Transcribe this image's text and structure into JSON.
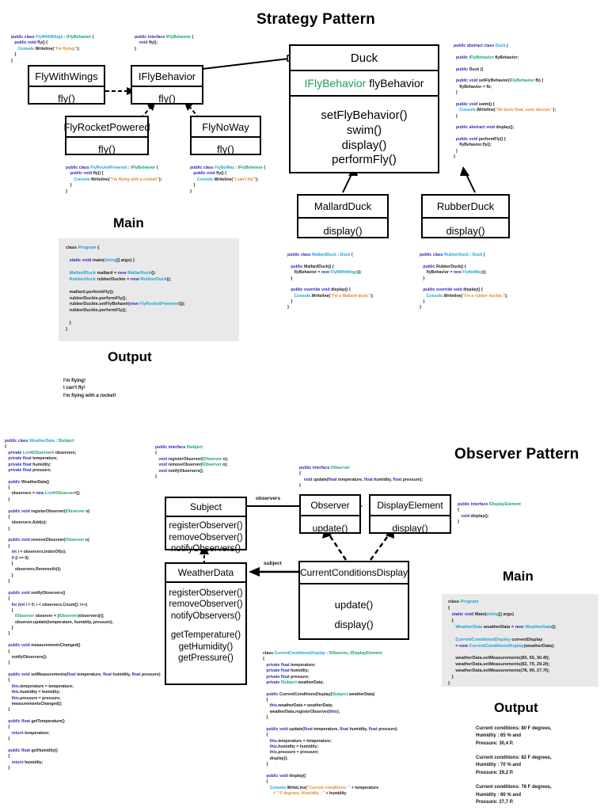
{
  "strategy": {
    "title": "Strategy Pattern",
    "main_heading": "Main",
    "output_heading": "Output",
    "boxes": {
      "fly_with_wings": {
        "name": "FlyWithWings",
        "ops": [
          "fly()"
        ]
      },
      "ifly_behavior": {
        "name": "IFlyBehavior",
        "ops": [
          "fly()"
        ]
      },
      "fly_rocket": {
        "name": "FlyRocketPowered",
        "ops": [
          "fly()"
        ]
      },
      "fly_no_way": {
        "name": "FlyNoWay",
        "ops": [
          "fly()"
        ]
      },
      "duck": {
        "name": "Duck",
        "attribute_type": "IFlyBehavior",
        "attribute_name": "flyBehavior",
        "ops": [
          "setFlyBehavior()",
          "swim()",
          "display()",
          "performFly()"
        ]
      },
      "mallard_duck": {
        "name": "MallardDuck",
        "ops": [
          "display()"
        ]
      },
      "rubber_duck": {
        "name": "RubberDuck",
        "ops": [
          "display()"
        ]
      }
    },
    "code": {
      "fly_with_wings": "public class FlyWithWings : IFlyBehavior {\n   public void fly() {\n      Console.Writeline(\"I'm flying!\");\n   }\n}",
      "ifly_behavior": "public interface IFlyBehavior {\n    void fly();\n}",
      "fly_rocket": "public class FlyRocketPowered : IFlyBehavior {\n    public void fly() {\n       Console.Writeline(\"I'm flying with a rocket!\");\n    }\n}",
      "fly_no_way": "public class FlyNoWay : IFlyBehavior {\n   public void fly() {\n      Console.Writeline(\"I can't fly!\");\n   }\n}",
      "duck": "public abstract class Duck {\n\n   public IFlyBehavior flyBehavior;\n\n   public Duck ()\n\n   public void setFlyBehavior(IFlyBehavior fb) {\n      flyBehavior = fb;\n   }\n\n   public void swim() {\n      Console.Writeline(\"All duck float, even decoys.\");\n   }\n\n   public abstract void display();\n\n   public void performFly() {\n      flyBehavior.fly();\n   }\n}",
      "mallard_duck": "public class MallardDuck : Duck {\n\n   public MallardDuck() {\n      flyBehavior = new FlyWithWings();\n   }\n\n   public override void display() {\n      Console.Writeline(\"I'm a Mallard duck.\");\n   }\n}",
      "rubber_duck": "public class RubberDuck : Duck {\n\n   public RubberDuck() {\n      flyBehavior = new FlyNoWay();\n   }\n\n   public override void display() {\n      Console.Writeline(\"I'm a rubber duckie.\");\n   }\n}",
      "main": "class Program {\n\n   static void main(string[] args) {\n\n   MallardDuck mallard = new MallarDuck();\n   RubberDuck rubberDuckie = new RubberDuck();\n\n   mallard.performFly();\n   rubberDuckie.performFly();\n   rubberDuckie.setFlyBehavir(new FlyRocketPowered());\n   rubberDuckie.performFly();\n\n   }\n}"
    },
    "output_text": "I'm flying!\nI can't fly!\nI'm flying with a rocket!"
  },
  "observer": {
    "title": "Observer Pattern",
    "main_heading": "Main",
    "output_heading": "Output",
    "edge_labels": {
      "observers": "observers",
      "subject": "subject"
    },
    "boxes": {
      "subject": {
        "name": "Subject",
        "ops": [
          "registerObserver()",
          "removeObserver()",
          "notifyObservers()"
        ]
      },
      "observer": {
        "name": "Observer",
        "ops": [
          "update()"
        ]
      },
      "display_element": {
        "name": "DisplayElement",
        "ops": [
          "display()"
        ]
      },
      "weather_data": {
        "name": "WeatherData",
        "ops": [
          "registerObserver()",
          "removeObserver()",
          "notifyObservers()",
          "",
          "getTemperature()",
          "getHumidity()",
          "getPressure()"
        ]
      },
      "current_display": {
        "name": "CurrentConditionsDisplay",
        "ops": [
          "update()",
          "display()"
        ]
      }
    },
    "code": {
      "weather_data": "public class WeatherData : ISubject\n{\n    private List<IObserver> observers;\n    private float temperature;\n    private float humidity;\n    private float pressure;\n\n    public WeatherData()\n    {\n       observers = new List<IObserver>();\n    }\n\n    public void registerObserver(IObserver o)\n    {\n       observers.Add(o);\n    }\n\n    public void removeObserver(IObserver o)\n    {\n       int i = observers.IndexOf(o);\n       if (i >= 0)\n       {\n          observers.RemoveAt(i);\n       }\n    }\n\n    public void notifyObservers()\n    {\n       for (int i = 0; i < observers.Count(); i++)\n       {\n          IObserver observer = (IObserver)observers[i];\n          observer.update(temperature, humidity, pressure);\n       }\n    }\n\n    public void measurementsChanged()\n    {\n       notifyObservers();\n    }\n\n    public void setMeasurements(float temperature, float humidity, float pressure)\n    {\n       this.temperature = temperature;\n       this.humidity = humidity;\n       this.pressure = pressure;\n       measurementsChanged();\n    }\n\n    public float getTemperature()\n    {\n       return temperature;\n    }\n\n    public float getHumidity()\n    {\n       return humidity;\n    }",
      "isubject": "public interface ISubject\n{\n   void registerObserver(IObserver o);\n   void removeObserver(IObserver o);\n   void notifyObservers();\n}",
      "iobserver": "public interface IObserver\n{\n    void update(float temperature, float humidity, float pressure);\n}",
      "idisplayelement": "public interface IDisplayElement\n{\n   void display();\n}",
      "current_display": "class CurrentConditionsDisplay : IObserver, IDisplayElement\n{\n   private float temperature;\n   private float humidity;\n   private float pressure;\n   private ISubject weatherData;\n\n   public CurrentConditionsDisplay(ISubject weatherData)\n   {\n      this.weatherData = weatherData;\n      weatherData.registerObserver(this);\n   }\n\n   public void update(float temperature, float humidity, float pressure)\n   {\n      this.temperature = temperature;\n      this.humidity = humidity;\n      this.pressure = pressure;\n      display();\n   }\n\n   public void display()\n   {\n      Console.WriteLine(\"Current conditions: \" + temperature\n         + \" F degrees, Humidity : \" + humidity",
      "main": "class Program\n{\n   static void Main(string[] args)\n   {\n      WeatherData weatherData = new WeatherData();\n\n      CurrentConditionsDisplay currentDisplay\n      = new CurrentConditionsDisplay(weatherData);\n\n      weatherData.setMeasurements(80, 65, 30.4f);\n      weatherData.setMeasurements(82, 70, 29.2f);\n      weatherData.setMeasurements(78, 90, 27.7f);\n   }\n}"
    },
    "output_text": "Current conditions: 80 F degrees,\nHumidity : 65 % and\nPressure: 30,4 P.\n\nCurrent conditions: 82 F degrees,\nHumidity : 70 % and\nPressure: 29,2 P.\n\nCurrent conditions: 78 F degrees,\nHumidity : 90 % and\nPressure: 27,7 P."
  },
  "colors": {
    "keyword": "#2b2bbd",
    "type": "#1aa3d6",
    "interface": "#13a36c",
    "string": "#e08a2e",
    "panel_bg": "#e9e9e9",
    "line": "#000000"
  }
}
